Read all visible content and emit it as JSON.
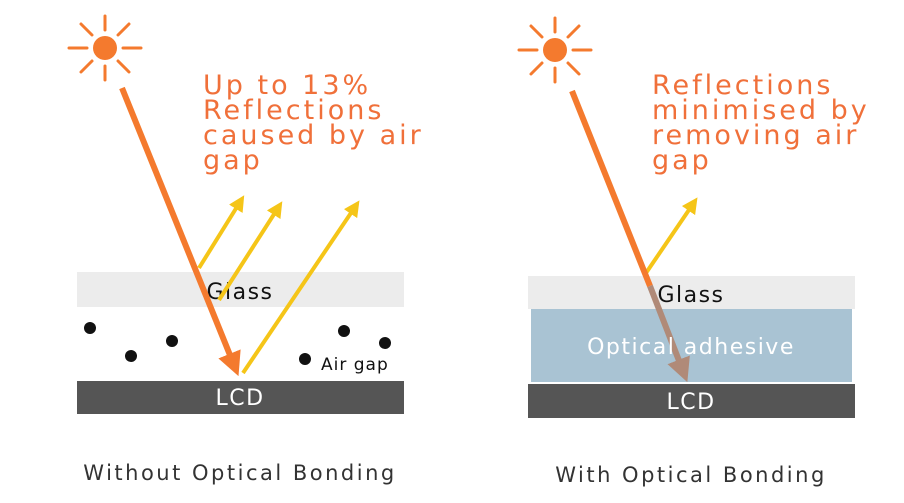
{
  "colors": {
    "sun": "#f47a2e",
    "incident_ray": "#f47a2e",
    "reflected_ray": "#f5c518",
    "glass": "#ececec",
    "optical_adhesive": "#a9c3d3",
    "lcd": "#555555",
    "callout_text": "#f0703a",
    "air_dot": "#111111"
  },
  "icons": {
    "sun": "sun-icon"
  },
  "left_panel": {
    "callout_lines": [
      "Up to 13%",
      "Reflections",
      "caused by air",
      "gap"
    ],
    "glass_label": "Glass",
    "air_gap_label": "Air gap",
    "lcd_label": "LCD",
    "caption": "Without Optical Bonding"
  },
  "right_panel": {
    "callout_lines": [
      "Reflections",
      "minimised by",
      "removing air",
      "gap"
    ],
    "glass_label": "Glass",
    "adhesive_label": "Optical adhesive",
    "lcd_label": "LCD",
    "caption": "With Optical Bonding"
  }
}
